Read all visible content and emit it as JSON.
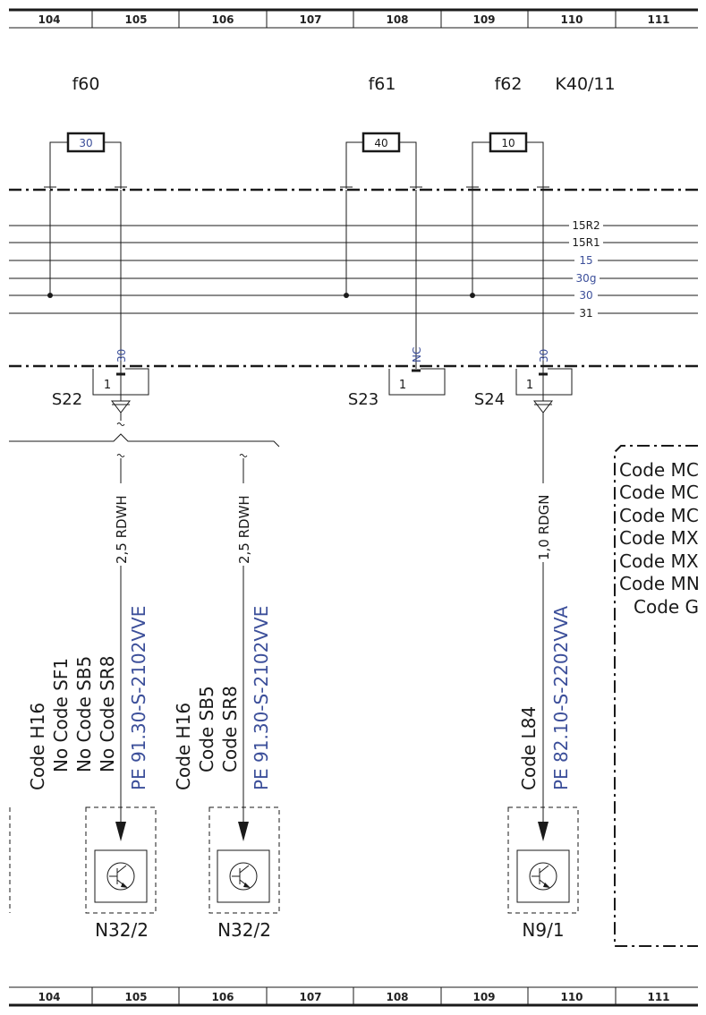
{
  "grid": {
    "columns": [
      "104",
      "105",
      "106",
      "107",
      "108",
      "109",
      "110",
      "111"
    ]
  },
  "relay": {
    "id": "K40/11"
  },
  "fuses": [
    {
      "id": "f60",
      "rating": "30"
    },
    {
      "id": "f61",
      "rating": "40"
    },
    {
      "id": "f62",
      "rating": "10"
    }
  ],
  "buses": [
    "15R2",
    "15R1",
    "15",
    "30g",
    "30",
    "31"
  ],
  "pins": {
    "s22": "30",
    "s23": "NC",
    "s24": "30"
  },
  "connectors": [
    {
      "id": "S22",
      "pin": "1"
    },
    {
      "id": "S23",
      "pin": "1"
    },
    {
      "id": "S24",
      "pin": "1"
    }
  ],
  "wires": [
    {
      "spec": "2,5 RDWH"
    },
    {
      "spec": "2,5 RDWH"
    },
    {
      "spec": "1,0 RDGN"
    }
  ],
  "branches": [
    {
      "codes": [
        "Code H16",
        "No Code SF1",
        "No Code SB5",
        "No Code SR8"
      ],
      "part_number": "PE 91.30-S-2102VVE",
      "component": "N32/2"
    },
    {
      "codes": [
        "Code H16",
        "Code SB5",
        "Code SR8"
      ],
      "part_number": "PE 91.30-S-2102VVE",
      "component": "N32/2"
    },
    {
      "codes": [
        "Code L84"
      ],
      "part_number": "PE 82.10-S-2202VVA",
      "component": "N9/1"
    }
  ],
  "code_box": {
    "lines": [
      "Code MC",
      "Code MC",
      "Code MC",
      "Code MX",
      "Code MX",
      "Code MN",
      "Code G"
    ]
  },
  "colors": {
    "ink": "#1a1a1a",
    "blue_text": "#3c4f9a"
  }
}
